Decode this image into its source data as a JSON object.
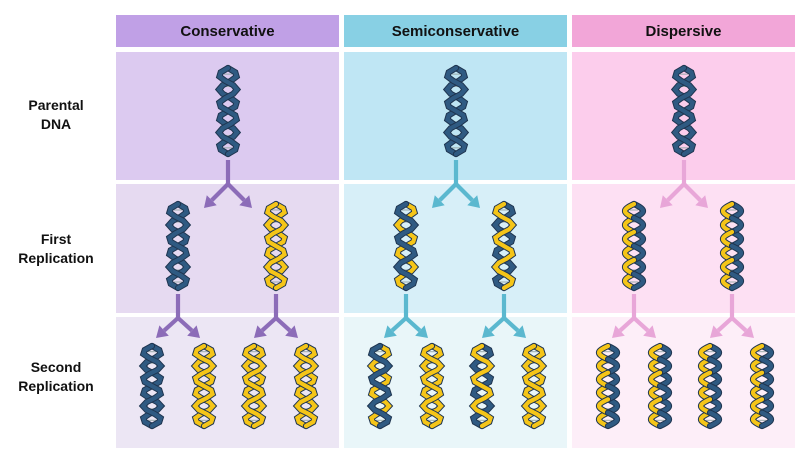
{
  "columns": [
    {
      "key": "conservative",
      "label": "Conservative",
      "header_color": "#c0a0e6",
      "cell_colors": [
        "#dccaf0",
        "#e6daf1",
        "#ece6f4"
      ],
      "arrow_color": "#8c6cb8"
    },
    {
      "key": "semiconservative",
      "label": "Semiconservative",
      "header_color": "#88d0e4",
      "cell_colors": [
        "#bfe6f4",
        "#d7eff8",
        "#e9f6f9"
      ],
      "arrow_color": "#5bb8cf"
    },
    {
      "key": "dispersive",
      "label": "Dispersive",
      "header_color": "#f2a6d8",
      "cell_colors": [
        "#fccdec",
        "#fde0f3",
        "#fdeef8"
      ],
      "arrow_color": "#e8a6d8"
    }
  ],
  "rows": [
    {
      "key": "parental",
      "label_line1": "Parental",
      "label_line2": "DNA"
    },
    {
      "key": "first",
      "label_line1": "First",
      "label_line2": "Replication"
    },
    {
      "key": "second",
      "label_line1": "Second",
      "label_line2": "Replication"
    }
  ],
  "strand_colors": {
    "old": "#2f5a82",
    "new": "#f5c518"
  },
  "helices": {
    "conservative": {
      "parental": [
        [
          "old",
          "old"
        ]
      ],
      "first": [
        [
          "old",
          "old"
        ],
        [
          "new",
          "new"
        ]
      ],
      "second": [
        [
          "old",
          "old"
        ],
        [
          "new",
          "new"
        ],
        [
          "new",
          "new"
        ],
        [
          "new",
          "new"
        ]
      ]
    },
    "semiconservative": {
      "parental": [
        [
          "old",
          "old"
        ]
      ],
      "first": [
        [
          "new",
          "old"
        ],
        [
          "old",
          "new"
        ]
      ],
      "second": [
        [
          "new",
          "old"
        ],
        [
          "new",
          "new"
        ],
        [
          "old",
          "new"
        ],
        [
          "new",
          "new"
        ]
      ]
    },
    "dispersive": {
      "parental": [
        [
          "old",
          "old"
        ]
      ],
      "first": [
        [
          "mixed",
          "mixed"
        ],
        [
          "mixed",
          "mixed"
        ]
      ],
      "second": [
        [
          "mixed",
          "mixed"
        ],
        [
          "mixed",
          "mixed"
        ],
        [
          "mixed",
          "mixed"
        ],
        [
          "mixed",
          "mixed"
        ]
      ]
    }
  }
}
